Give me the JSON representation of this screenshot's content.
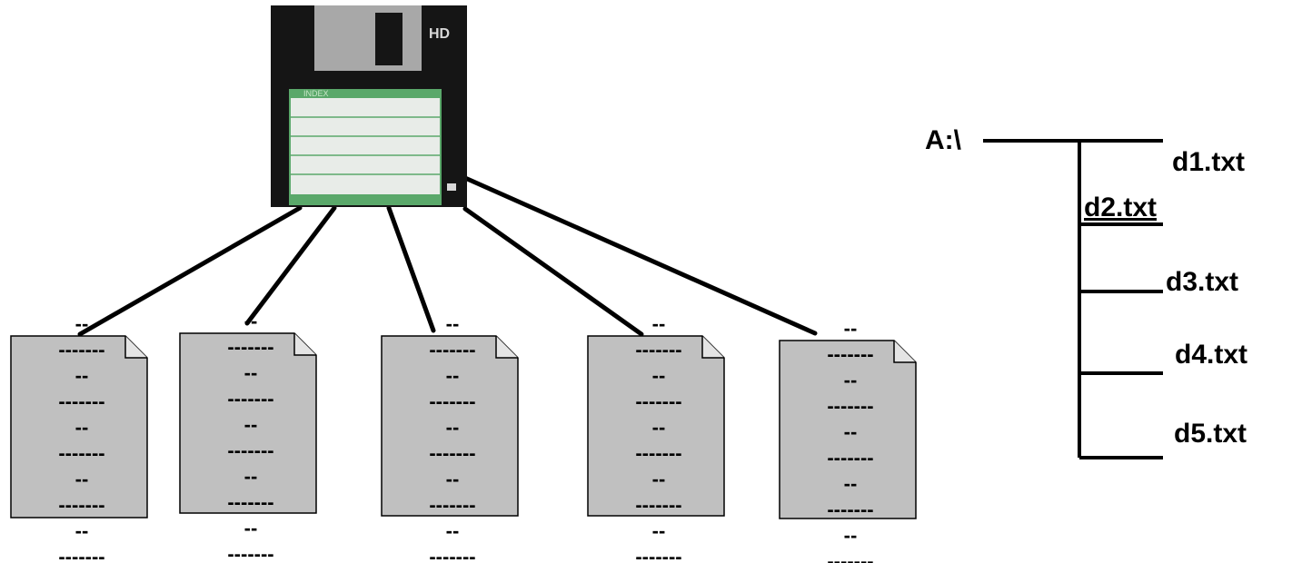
{
  "disk": {
    "density_label": "HD",
    "index_label": "INDEX"
  },
  "documents": [
    {
      "lines": [
        "--",
        "-------",
        "--",
        "-------",
        "--",
        "-------",
        "--",
        "-------",
        "--",
        "-------"
      ]
    },
    {
      "lines": [
        "--",
        "-------",
        "--",
        "-------",
        "--",
        "-------",
        "--",
        "-------",
        "--",
        "-------"
      ]
    },
    {
      "lines": [
        "--",
        "-------",
        "--",
        "-------",
        "--",
        "-------",
        "--",
        "-------",
        "--",
        "-------"
      ]
    },
    {
      "lines": [
        "--",
        "-------",
        "--",
        "-------",
        "--",
        "-------",
        "--",
        "-------",
        "--",
        "-------"
      ]
    },
    {
      "lines": [
        "--",
        "-------",
        "--",
        "-------",
        "--",
        "-------",
        "--",
        "-------",
        "--",
        "-------"
      ]
    }
  ],
  "tree": {
    "root": "A:\\",
    "files": [
      "d1.txt",
      "d2.txt",
      "d3.txt",
      "d4.txt",
      "d5.txt"
    ]
  },
  "colors": {
    "disk_body": "#151515",
    "shutter": "#a8a8a8",
    "label_green": "#5aa86a",
    "label_paper": "#e8ece8",
    "doc_fill": "#c0c0c0",
    "line": "#000000"
  }
}
